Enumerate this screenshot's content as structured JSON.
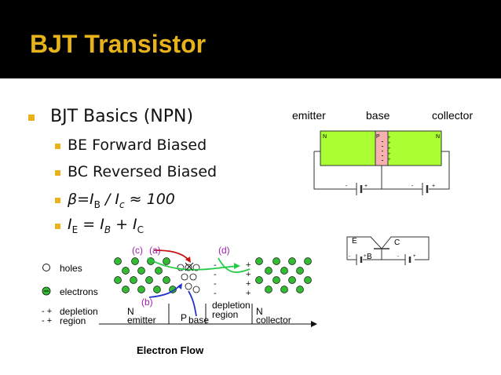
{
  "slide": {
    "title": "BJT Transistor"
  },
  "bullets": {
    "main": "BJT Basics (NPN)",
    "be": "BE Forward Biased",
    "bc": "BC Reversed Biased",
    "beta": {
      "beta_sym": "β",
      "eq": "=I",
      "b": "B",
      "slash": " / I",
      "c": "c",
      "approx": " ≈ 100"
    },
    "ie": {
      "i1": "I",
      "e": "E",
      "eq": " = I",
      "b": "B",
      "plus": " + I",
      "c": "C"
    }
  },
  "npn_diagram": {
    "emitter": "emitter",
    "base": "base",
    "collector": "collector",
    "n_left": "N",
    "p_mid": "P",
    "n_right": "N",
    "minus1": "-",
    "plus1": "+",
    "minus2": "-",
    "plus2": "+",
    "colors": {
      "n_region": "#aaff33",
      "p_region": "#f6b0b0"
    }
  },
  "circuit_symbol": {
    "e": "E",
    "c": "C",
    "b": "B",
    "minus1": "-",
    "plus1": "+",
    "minus2": "-",
    "plus2": "+"
  },
  "electron_flow": {
    "legend_holes": "holes",
    "legend_electrons": "electrons",
    "legend_depletion_1": "depletion",
    "legend_depletion_2": "region",
    "label_c": "(c)",
    "label_a": "(a)",
    "label_d": "(d)",
    "label_b": "(b)",
    "n_emitter": "N",
    "emitter": "emitter",
    "p_base": "P",
    "base": "base",
    "depletion_1": "depletion",
    "depletion_2": "region",
    "n_collector": "N",
    "collector": "collector",
    "caption": "Electron Flow",
    "colors": {
      "electron": "#33bb33",
      "arrow_green": "#22cc44",
      "arrow_red": "#cc1111",
      "arrow_blue": "#2233cc",
      "label_purple": "#9922aa"
    }
  }
}
